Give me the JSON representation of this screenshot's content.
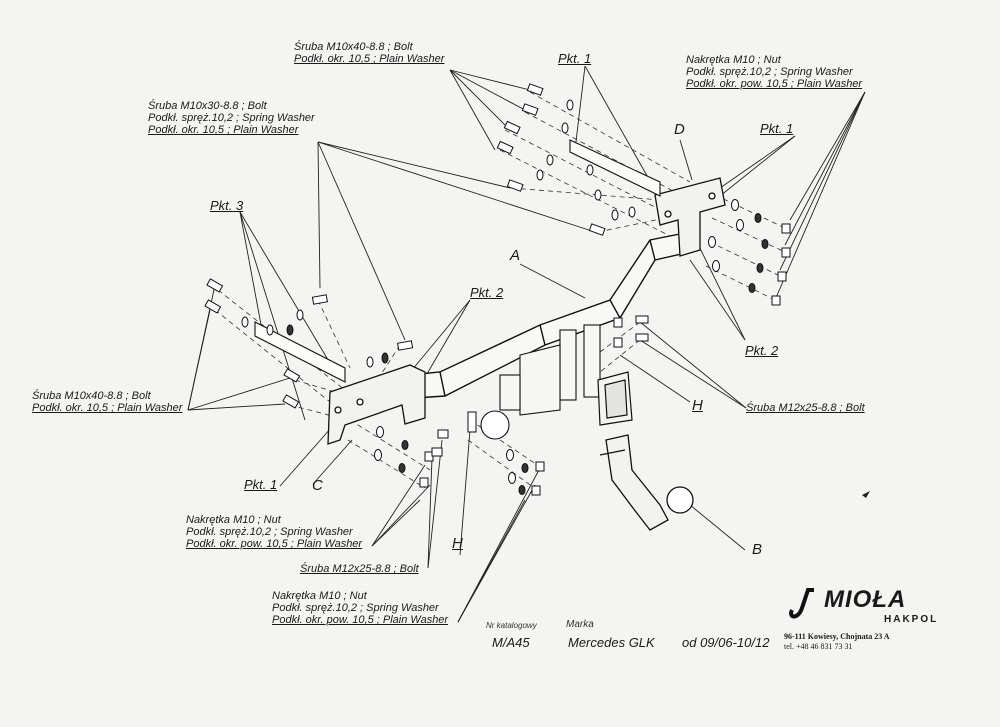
{
  "callouts": {
    "bolt_top_center": {
      "l1": "Śruba M10x40-8.8 ; Bolt",
      "l2": "Podkł. okr. 10,5 ; Plain Washer"
    },
    "bolt_top_left": {
      "l1": "Śruba M10x30-8.8 ; Bolt",
      "l2": "Podkł. spręż.10,2 ; Spring Washer",
      "l3": "Podkł. okr. 10,5 ; Plain Washer"
    },
    "nut_top_right": {
      "l1": "Nakrętka M10 ; Nut",
      "l2": "Podkł. spręż.10,2 ; Spring Washer",
      "l3": "Podkł. okr. pow. 10,5 ; Plain Washer"
    },
    "bolt_left": {
      "l1": "Śruba M10x40-8.8 ; Bolt",
      "l2": "Podkł. okr. 10,5 ; Plain Washer"
    },
    "bolt_right": {
      "l1": "Śruba M12x25-8.8 ; Bolt"
    },
    "nut_bottom_1": {
      "l1": "Nakrętka M10 ; Nut",
      "l2": "Podkł. spręż.10,2 ; Spring Washer",
      "l3": "Podkł. okr. pow. 10,5 ; Plain Washer"
    },
    "bolt_bottom": {
      "l1": "Śruba M12x25-8.8 ; Bolt"
    },
    "nut_bottom_2": {
      "l1": "Nakrętka M10 ; Nut",
      "l2": "Podkł. spręż.10,2 ; Spring Washer",
      "l3": "Podkł. okr. pow. 10,5 ; Plain Washer"
    }
  },
  "points": {
    "pkt1_top": "Pkt. 1",
    "pkt1_right": "Pkt. 1",
    "pkt3": "Pkt. 3",
    "pkt2_center": "Pkt. 2",
    "pkt2_right": "Pkt. 2",
    "pkt1_left": "Pkt. 1"
  },
  "parts": {
    "A": "A",
    "B": "B",
    "C": "C",
    "D": "D",
    "H_right": "H",
    "H_bottom": "H"
  },
  "catalog": {
    "caption_number": "Nr katalogowy",
    "number": "M/A45",
    "caption_make": "Marka",
    "make": "Mercedes GLK",
    "dates": "od 09/06-10/12"
  },
  "brand": {
    "name": "MIOŁA",
    "sub": "HAKPOL",
    "address": "96-111 Kowiesy, Chojnata 23 A",
    "phone": "tel. +48 46 831 73 31"
  }
}
